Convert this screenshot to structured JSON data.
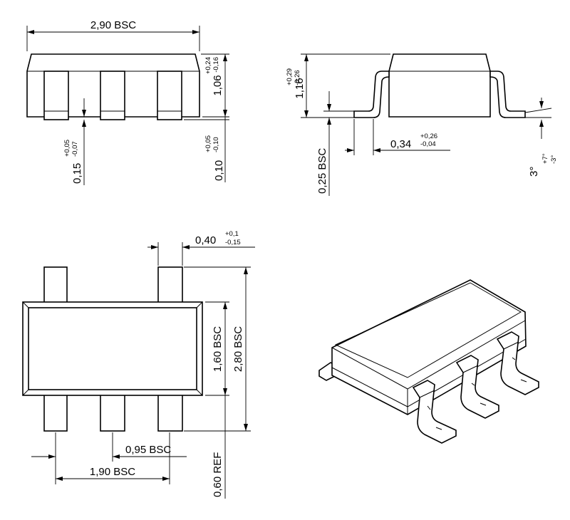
{
  "dimensions": {
    "top_width": "2,90  BSC",
    "top_height": "1,06",
    "top_height_tol_plus": "+0,24",
    "top_height_tol_minus": "-0,16",
    "left_gap": "0,15",
    "left_gap_tol_plus": "+0,05",
    "left_gap_tol_minus": "-0,07",
    "right_gap": "0,10",
    "right_gap_tol_plus": "+0,05",
    "right_gap_tol_minus": "-0,10",
    "side_height": "1,16",
    "side_height_tol_plus": "+0,29",
    "side_height_tol_minus": "-0,26",
    "lead_thickness": "0,25  BSC",
    "lead_width": "0,34",
    "lead_width_tol_plus": "+0,26",
    "lead_width_tol_minus": "-0,04",
    "angle": "3°",
    "angle_tol_plus": "+7°",
    "angle_tol_minus": "-3°",
    "pin_width": "0,40",
    "pin_width_tol_plus": "+0,1",
    "pin_width_tol_minus": "-0,15",
    "body_width": "1,60  BSC",
    "overall_width": "2,80  BSC",
    "pitch": "0,95  BSC",
    "pitch2": "1,90  BSC",
    "foot_length": "0,60  REF"
  }
}
